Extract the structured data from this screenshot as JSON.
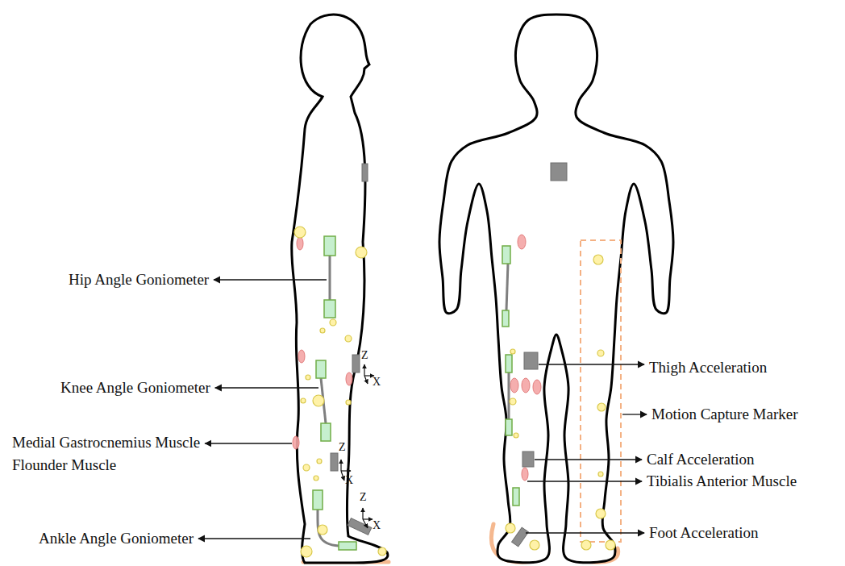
{
  "diagram": {
    "labels": [
      "Hip Angle Goniometer",
      "Knee Angle Goniometer",
      "Medial Gastrocnemius Muscle",
      "Flounder Muscle",
      "Ankle Angle Goniometer",
      "Thigh Acceleration",
      "Motion Capture Marker",
      "Calf Acceleration",
      "Tibialis Anterior Muscle",
      "Foot Acceleration",
      "Z",
      "X",
      "Z",
      "X",
      "Z",
      "X"
    ]
  }
}
